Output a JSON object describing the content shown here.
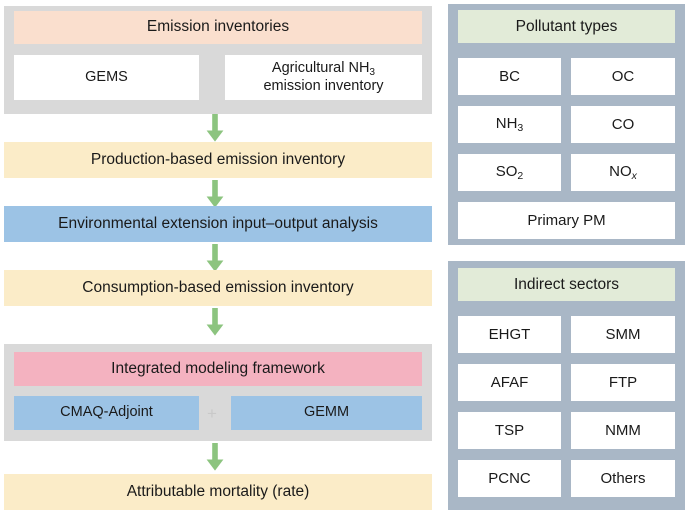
{
  "colors": {
    "group_panel": "#d9d9d9",
    "peach": "#fadfce",
    "yellow": "#fbecc8",
    "blue": "#9cc3e5",
    "pink": "#f4b2c0",
    "white": "#ffffff",
    "side_panel": "#a9b7c6",
    "side_header": "#e2ebd8",
    "arrow_green": "#8cc47f",
    "plus_gray": "#c9c9c9"
  },
  "flow": {
    "inputs_group": {
      "title": "Emission inventories",
      "sources": [
        {
          "label": "GEMS"
        },
        {
          "label": "Agricultural NH<sub>3</sub><br>emission inventory",
          "html": true
        }
      ]
    },
    "steps": [
      {
        "name": "production-based",
        "label": "Production-based emission inventory"
      },
      {
        "name": "eeio",
        "label": "Environmental extension input–output analysis"
      },
      {
        "name": "consumption-based",
        "label": "Consumption-based emission inventory"
      }
    ],
    "model_group": {
      "title": "Integrated modeling framework",
      "plus": "+",
      "models": [
        {
          "label": "CMAQ-Adjoint"
        },
        {
          "label": "GEMM"
        }
      ]
    },
    "outcome": {
      "label": "Attributable mortality (rate)"
    },
    "arrow_icon": "down-arrow-icon"
  },
  "pollutants": {
    "title": "Pollutant types",
    "items": [
      {
        "label": "BC",
        "html": false
      },
      {
        "label": "OC",
        "html": false
      },
      {
        "label": "NH<sub>3</sub>",
        "html": true
      },
      {
        "label": "CO",
        "html": false
      },
      {
        "label": "SO<sub>2</sub>",
        "html": true
      },
      {
        "label": "NO<sub class=\"ital\">x</sub>",
        "html": true
      }
    ],
    "wide_item": {
      "label": "Primary PM"
    }
  },
  "indirect_sectors": {
    "title": "Indirect sectors",
    "items": [
      {
        "label": "EHGT"
      },
      {
        "label": "SMM"
      },
      {
        "label": "AFAF"
      },
      {
        "label": "FTP"
      },
      {
        "label": "TSP"
      },
      {
        "label": "NMM"
      },
      {
        "label": "PCNC"
      },
      {
        "label": "Others"
      }
    ]
  }
}
